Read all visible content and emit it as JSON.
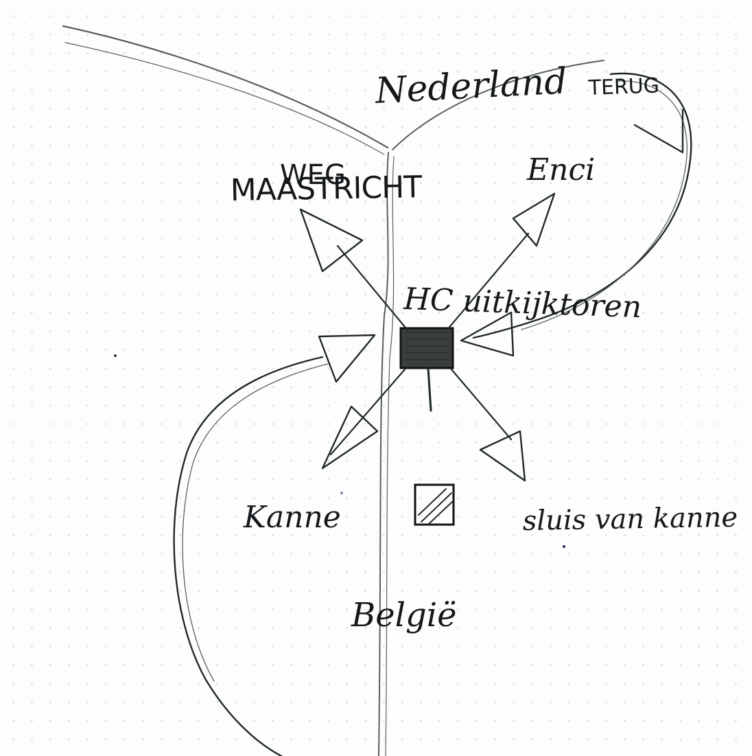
{
  "labels": {
    "netherlands": "Nederland",
    "terug": "TERUG",
    "weg": "WEG",
    "maastricht": "MAASTRICHT",
    "enci": "Enci",
    "hotspot": "HC uitkijktoren",
    "kanne": "Kanne",
    "sluis": "sluis van kanne",
    "belgium": "België"
  },
  "colors": {
    "ink": "#1f2a24",
    "pencil": "#56605a",
    "dots": "#c9cfd3",
    "paper": "#fdfdfd"
  }
}
